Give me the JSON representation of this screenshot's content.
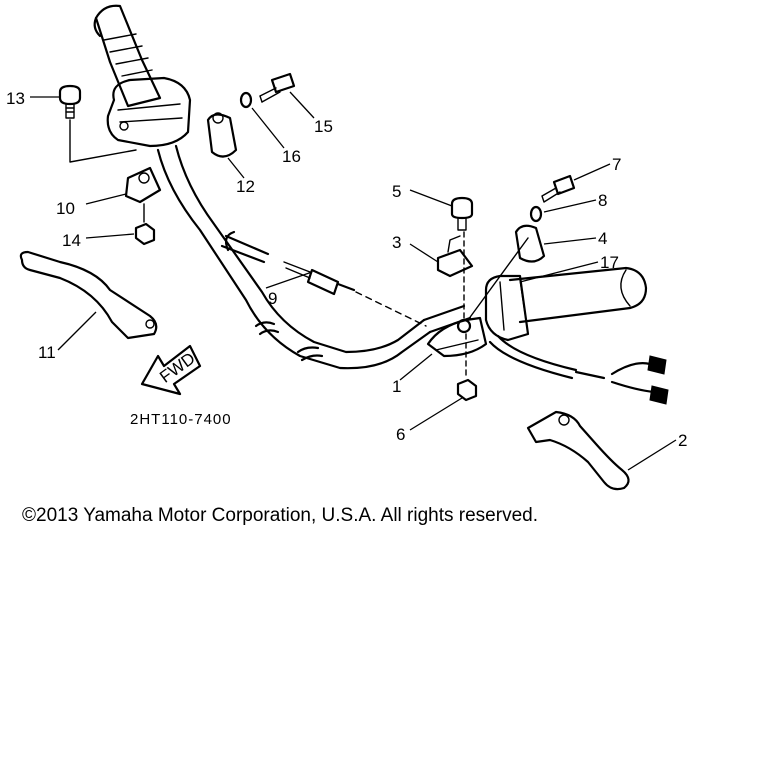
{
  "diagram": {
    "callouts": {
      "p1": "1",
      "p2": "2",
      "p3": "3",
      "p4": "4",
      "p5": "5",
      "p6": "6",
      "p7": "7",
      "p8": "8",
      "p9": "9",
      "p10": "10",
      "p11": "11",
      "p12": "12",
      "p13": "13",
      "p14": "14",
      "p15": "15",
      "p16": "16",
      "p17": "17"
    },
    "part_code": "2HT110-7400",
    "fwd_label": "FWD"
  },
  "footer": {
    "copyright": "©2013 Yamaha Motor Corporation, U.S.A. All rights reserved."
  }
}
